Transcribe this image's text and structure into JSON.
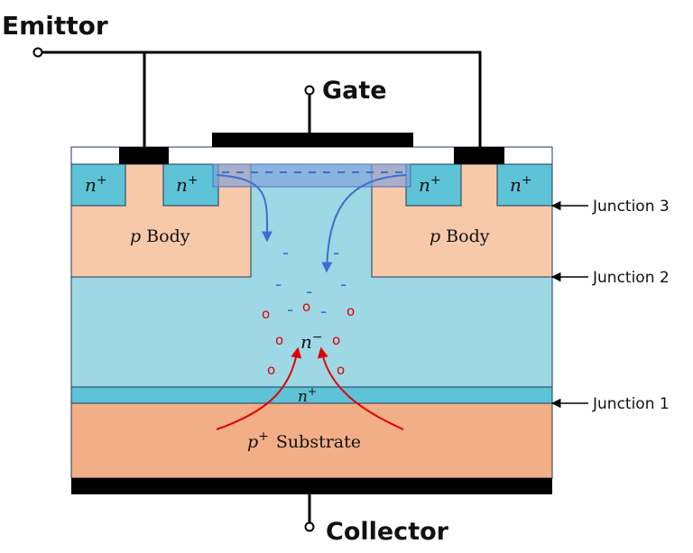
{
  "terminals": {
    "emitter": "Emittor",
    "gate": "Gate",
    "collector": "Collector"
  },
  "regions": {
    "n_plus_left_outer": {
      "sym": "n",
      "sup": "+"
    },
    "n_plus_left_inner": {
      "sym": "n",
      "sup": "+"
    },
    "n_plus_right_inner": {
      "sym": "n",
      "sup": "+"
    },
    "n_plus_right_outer": {
      "sym": "n",
      "sup": "+"
    },
    "p_body_left": {
      "sym": "p",
      "text": "Body"
    },
    "p_body_right": {
      "sym": "p",
      "text": "Body"
    },
    "n_minus_drift": {
      "sym": "n",
      "sup": "−"
    },
    "n_plus_buffer": {
      "sym": "n",
      "sup": "+"
    },
    "substrate": {
      "sym": "p",
      "sup": "+",
      "text": "Substrate"
    }
  },
  "junctions": [
    "Junction 3",
    "Junction 2",
    "Junction 1"
  ],
  "carriers": {
    "electron_symbol": "-",
    "hole_symbol": "o"
  },
  "colors": {
    "n_plus": "#5ec3d6",
    "p_body": "#f7c9a9",
    "n_drift": "#9dd8e4",
    "substrate": "#f2ae86",
    "channel": "#7f9fd9",
    "electron_arrow": "#3b6fcf",
    "hole_arrow": "#e00000",
    "metal": "#000000"
  }
}
